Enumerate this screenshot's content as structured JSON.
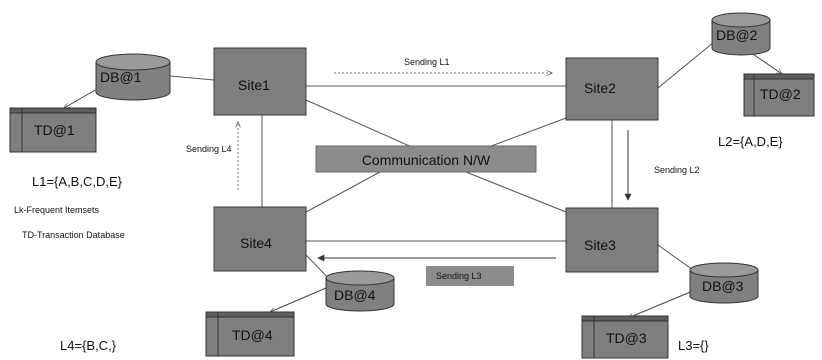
{
  "sites": {
    "site1": "Site1",
    "site2": "Site2",
    "site3": "Site3",
    "site4": "Site4"
  },
  "databases": {
    "db1": "DB@1",
    "db2": "DB@2",
    "db3": "DB@3",
    "db4": "DB@4"
  },
  "transaction_dbs": {
    "td1": "TD@1",
    "td2": "TD@2",
    "td3": "TD@3",
    "td4": "TD@4"
  },
  "network_label": "Communication N/W",
  "messages": {
    "l1": "Sending L1",
    "l2": "Sending L2",
    "l3": "Sending L3",
    "l4": "Sending L4"
  },
  "itemsets": {
    "l1": "L1={A,B,C,D,E}",
    "l2": "L2={A,D,E}",
    "l3": "L3={}",
    "l4": "L4={B,C,}"
  },
  "legend": {
    "lk": "Lk-Frequent Itemsets",
    "td": "TD-Transaction Database"
  },
  "colors": {
    "box_fill": "#7f7f7f",
    "box_stroke": "#3a3a3a",
    "network_fill": "#8c8c8c",
    "line": "#555555"
  }
}
